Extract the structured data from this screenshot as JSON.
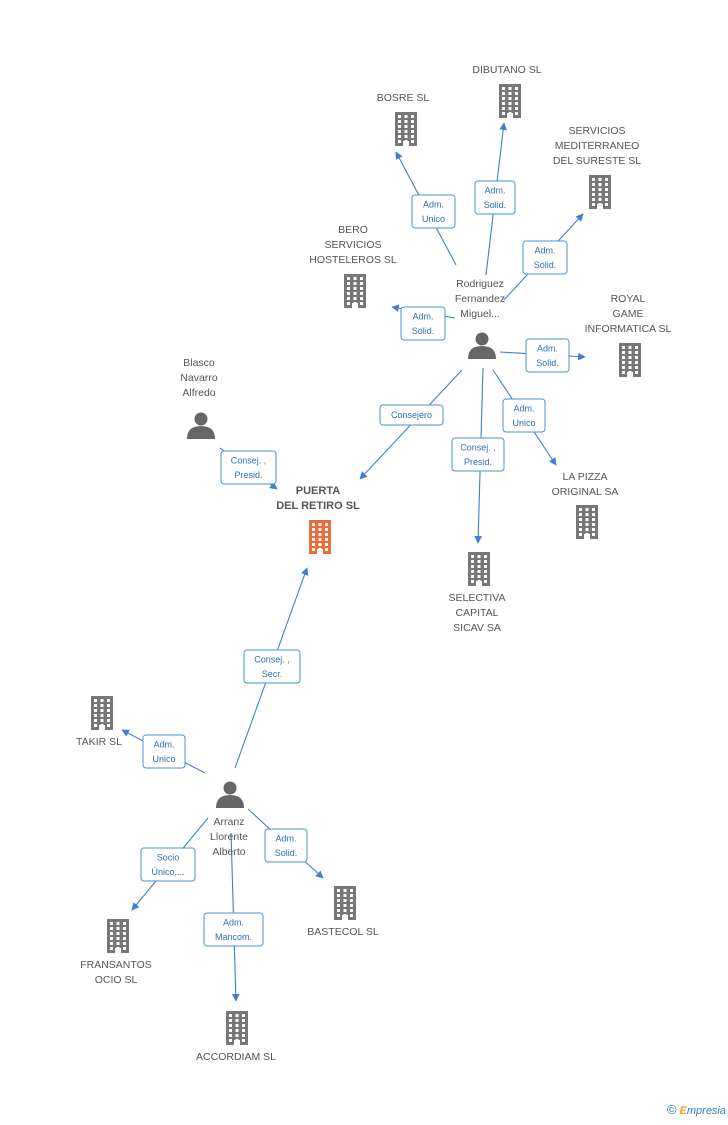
{
  "colors": {
    "company": "#777777",
    "main_company": "#ee6b3b",
    "person": "#666666",
    "edge": "#3f7fd0",
    "edge_label": "#2f6fb3"
  },
  "nodes": [
    {
      "id": "puerta",
      "type": "main",
      "label": [
        "PUERTA",
        "DEL RETIRO SL"
      ]
    },
    {
      "id": "dibutano",
      "type": "company",
      "label": [
        "DIBUTANO SL"
      ]
    },
    {
      "id": "bosre",
      "type": "company",
      "label": [
        "BOSRE SL"
      ]
    },
    {
      "id": "servicios",
      "type": "company",
      "label": [
        "SERVICIOS",
        "MEDITERRANEO",
        "DEL SURESTE SL"
      ]
    },
    {
      "id": "bero",
      "type": "company",
      "label": [
        "BERO",
        "SERVICIOS",
        "HOSTELEROS SL"
      ]
    },
    {
      "id": "rodriguez",
      "type": "person",
      "label": [
        "Rodriguez",
        "Fernandez",
        "Miguel..."
      ]
    },
    {
      "id": "royal",
      "type": "company",
      "label": [
        "ROYAL",
        "GAME",
        "INFORMATICA SL"
      ]
    },
    {
      "id": "blasco",
      "type": "person",
      "label": [
        "Blasco",
        "Navarro",
        "Alfredo"
      ]
    },
    {
      "id": "lapizza",
      "type": "company",
      "label": [
        "LA PIZZA",
        "ORIGINAL SA"
      ]
    },
    {
      "id": "selectiva",
      "type": "company",
      "label": [
        "SELECTIVA",
        "CAPITAL",
        "SICAV SA"
      ]
    },
    {
      "id": "takir",
      "type": "company",
      "label": [
        "TAKIR SL"
      ]
    },
    {
      "id": "arranz",
      "type": "person",
      "label": [
        "Arranz",
        "Llorente",
        "Alberto"
      ]
    },
    {
      "id": "bastecol",
      "type": "company",
      "label": [
        "BASTECOL SL"
      ]
    },
    {
      "id": "fransantos",
      "type": "company",
      "label": [
        "FRANSANTOS",
        "OCIO SL"
      ]
    },
    {
      "id": "accordiam",
      "type": "company",
      "label": [
        "ACCORDIAM  SL"
      ]
    }
  ],
  "edges": [
    {
      "id": "e-dibutano",
      "label": [
        "Adm.",
        "Solid."
      ]
    },
    {
      "id": "e-bosre",
      "label": [
        "Adm.",
        "Unico"
      ]
    },
    {
      "id": "e-servicios",
      "label": [
        "Adm.",
        "Solid."
      ]
    },
    {
      "id": "e-bero",
      "label": [
        "Adm.",
        "Solid."
      ]
    },
    {
      "id": "e-royal",
      "label": [
        "Adm.",
        "Solid."
      ]
    },
    {
      "id": "e-consejero",
      "label": [
        "Consejero"
      ]
    },
    {
      "id": "e-lapizza",
      "label": [
        "Adm.",
        "Unico"
      ]
    },
    {
      "id": "e-selectiva",
      "label": [
        "Consej. ,",
        "Presid."
      ]
    },
    {
      "id": "e-blasco",
      "label": [
        "Consej. ,",
        "Presid."
      ]
    },
    {
      "id": "e-arranz",
      "label": [
        "Consej. ,",
        "Secr."
      ]
    },
    {
      "id": "e-takir",
      "label": [
        "Adm.",
        "Unico"
      ]
    },
    {
      "id": "e-bastecol",
      "label": [
        "Adm.",
        "Solid."
      ]
    },
    {
      "id": "e-fransantos",
      "label": [
        "Socio",
        "Único,..."
      ]
    },
    {
      "id": "e-accordiam",
      "label": [
        "Adm.",
        "Mancom."
      ]
    }
  ],
  "footer": {
    "copyright": "©",
    "brand_initial": "E",
    "brand_rest": "mpresia"
  }
}
